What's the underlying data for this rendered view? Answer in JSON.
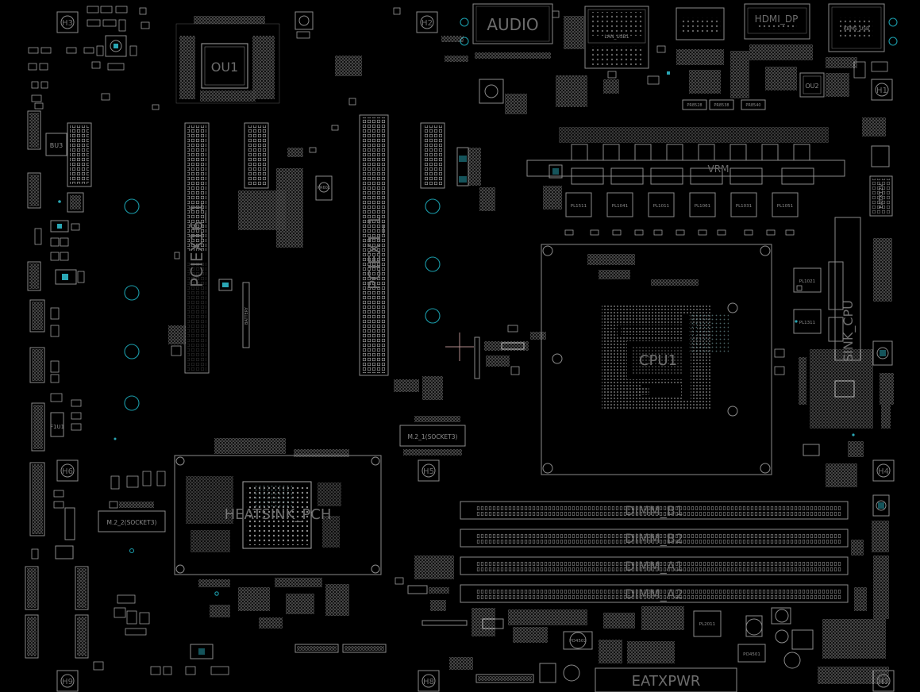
{
  "labels": {
    "ou1": "OU1",
    "audio": "AUDIO",
    "pciex16_1": "PCIEX16_1",
    "pciex1_1": "PCIEX1_1",
    "m2_1": "M.2_1(SOCKET3)",
    "m2_2": "M.2_2(SOCKET3)",
    "heatsink_pch": "HEATSINK_PCH",
    "cpu": "CPU1",
    "dimm_b1": "DIMM_B1",
    "dimm_b2": "DIMM_B2",
    "dimm_a1": "DIMM_A1",
    "dimm_a2": "DIMM_A2",
    "eatxpwr": "EATXPWR",
    "eatx12v": "EATX12V",
    "sink_cpu": "SINK_CPU",
    "battery": "BATTERY",
    "bu3": "BU3",
    "pl1511": "PL1511",
    "pl1041": "PL1041",
    "pl1011": "PL1011",
    "pl1061": "PL1061",
    "pl1031": "PL1031",
    "pl1051": "PL1051",
    "pl1021": "PL1021",
    "pl1311": "PL1311",
    "pl2011": "PL2011",
    "po4502": "PO4502",
    "po4501": "PO4501",
    "pr8528": "PR8528",
    "pr8538": "PR8538",
    "pr8540": "PR8540",
    "h1": "H1",
    "h2": "H2",
    "h3": "H3",
    "h4": "H4",
    "h5": "H5",
    "h6": "H6",
    "h7": "H7",
    "h8": "H8",
    "h9": "H9",
    "ou2": "OU2"
  }
}
